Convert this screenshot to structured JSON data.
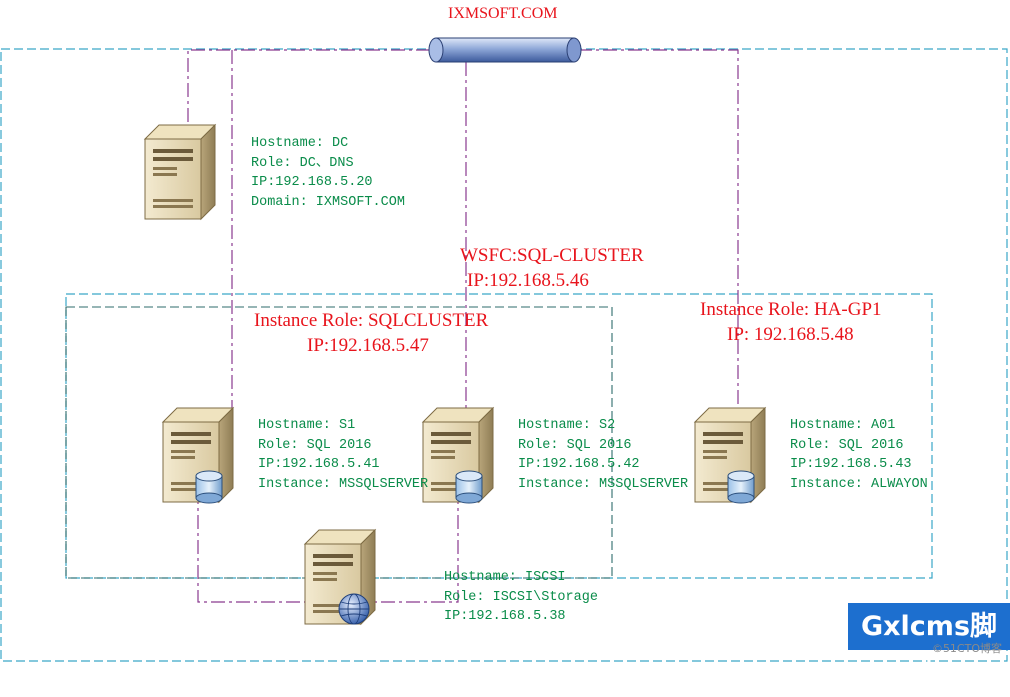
{
  "diagram_title": "IXMSOFT.COM",
  "wsfc": {
    "line1": "WSFC:SQL-CLUSTER",
    "line2": "IP:192.168.5.46"
  },
  "instance_role_sqlcluster": {
    "line1": "Instance Role: SQLCLUSTER",
    "line2": "IP:192.168.5.47"
  },
  "instance_role_hagp1": {
    "line1": "Instance Role: HA-GP1",
    "line2": "IP: 192.168.5.48"
  },
  "servers": {
    "dc": {
      "hostname": "Hostname: DC",
      "role": "Role: DC、DNS",
      "ip": "IP:192.168.5.20",
      "domain": "Domain: IXMSOFT.COM"
    },
    "s1": {
      "hostname": "Hostname: S1",
      "role": "Role: SQL 2016",
      "ip": "IP:192.168.5.41",
      "instance": "Instance: MSSQLSERVER"
    },
    "s2": {
      "hostname": "Hostname: S2",
      "role": "Role: SQL 2016",
      "ip": "IP:192.168.5.42",
      "instance": "Instance: MSSQLSERVER"
    },
    "a01": {
      "hostname": "Hostname: A01",
      "role": "Role: SQL 2016",
      "ip": "IP:192.168.5.43",
      "instance": "Instance: ALWAYON"
    },
    "iscsi": {
      "hostname": "Hostname: ISCSI",
      "role": "Role: ISCSI\\Storage",
      "ip": "IP:192.168.5.38"
    }
  },
  "watermark": {
    "text": "Gxlcms脚本",
    "subtext": "©51CTO博客"
  },
  "colors": {
    "network_link": "#8a3a8f",
    "cluster_boundary": "#3aa7c8",
    "label_text": "#0a8c4a",
    "role_text": "#e8141c"
  }
}
